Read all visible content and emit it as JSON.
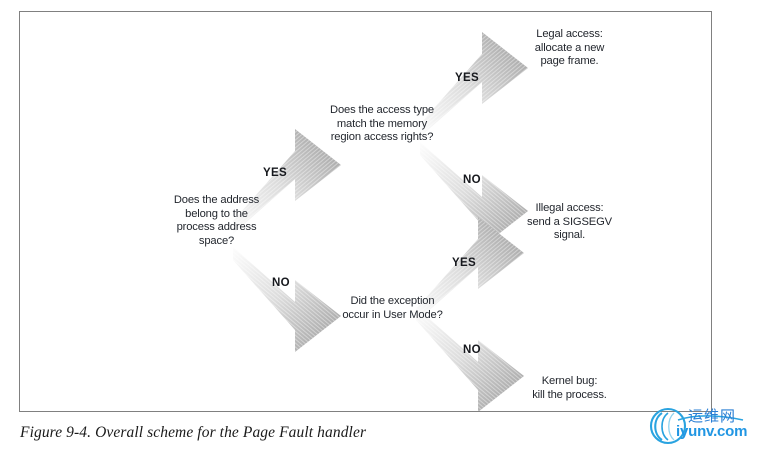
{
  "figure": {
    "caption": "Figure 9-4. Overall scheme for the Page Fault handler",
    "border_color": "#808080",
    "background": "#ffffff"
  },
  "nodes": [
    {
      "id": "address-question",
      "text": "Does the address\nbelong to the\nprocess address\nspace?"
    },
    {
      "id": "access-type-question",
      "text": "Does the access type\nmatch the memory\nregion access rights?"
    },
    {
      "id": "user-mode-question",
      "text": "Did the exception\noccur in User Mode?"
    },
    {
      "id": "legal-access-outcome",
      "text": "Legal access:\nallocate a new\npage frame."
    },
    {
      "id": "illegal-access-outcome",
      "text": "Illegal access:\nsend a SIGSEGV\nsignal."
    },
    {
      "id": "kernel-bug-outcome",
      "text": "Kernel bug:\nkill the process."
    }
  ],
  "arrows": [
    {
      "id": "address-yes",
      "label": "YES",
      "direction": "up-right"
    },
    {
      "id": "address-no",
      "label": "NO",
      "direction": "down-right"
    },
    {
      "id": "access-type-yes",
      "label": "YES",
      "direction": "up-right"
    },
    {
      "id": "access-type-no",
      "label": "NO",
      "direction": "down-right"
    },
    {
      "id": "user-mode-yes",
      "label": "YES",
      "direction": "up-right"
    },
    {
      "id": "user-mode-no",
      "label": "NO",
      "direction": "down-right"
    }
  ],
  "watermark": {
    "chinese": "运维网",
    "domain": "iyunv.com",
    "color": "#2196e3"
  }
}
